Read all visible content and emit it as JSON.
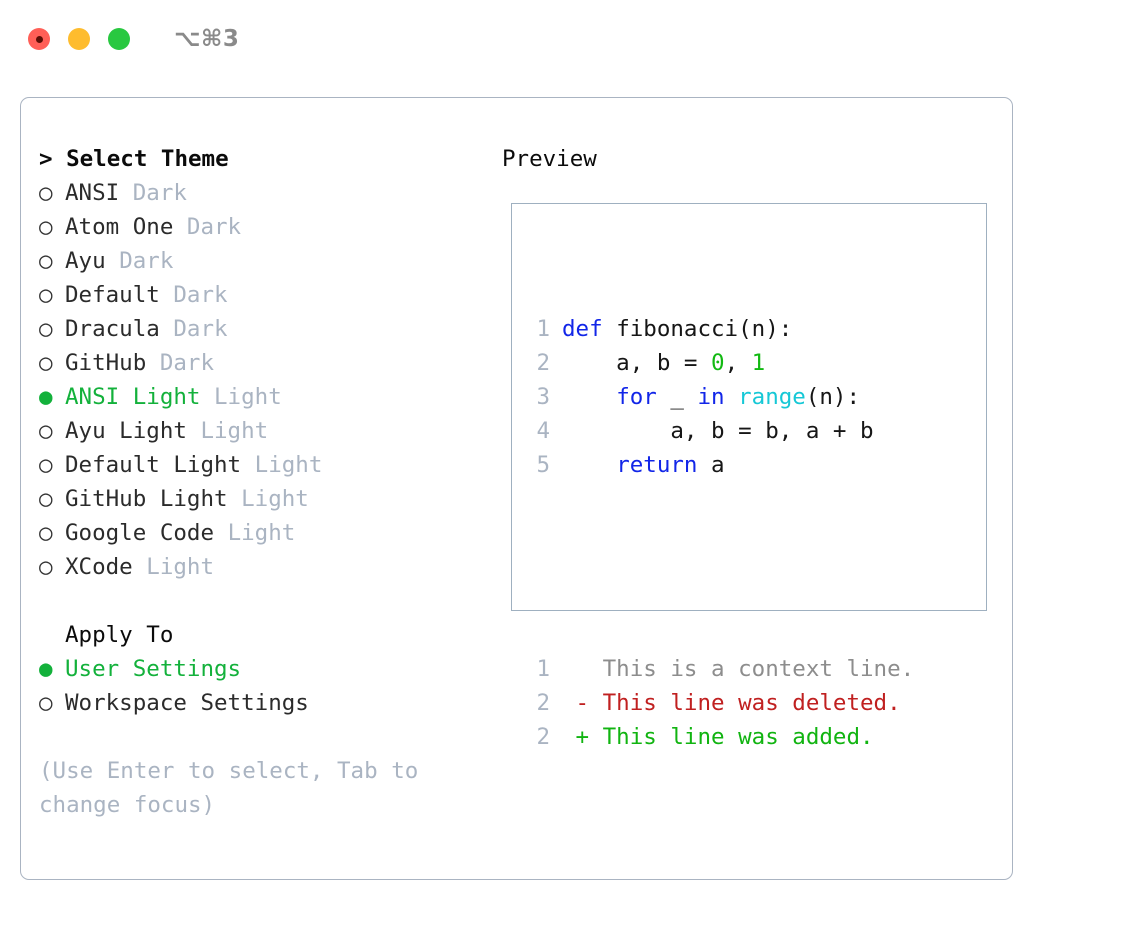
{
  "titlebar": {
    "lights": [
      {
        "name": "close",
        "color": "#ff5f57"
      },
      {
        "name": "minimize",
        "color": "#febc2e"
      },
      {
        "name": "zoom",
        "color": "#28c840"
      }
    ],
    "shortcut": "⌥⌘3"
  },
  "theme_picker": {
    "header": "> Select Theme",
    "marker_selected": "●",
    "marker_unselected": "○",
    "accent_color": "#13b13b",
    "suffix_color": "#aab4c2",
    "items": [
      {
        "label": "ANSI",
        "suffix": "Dark",
        "selected": false
      },
      {
        "label": "Atom One",
        "suffix": "Dark",
        "selected": false
      },
      {
        "label": "Ayu",
        "suffix": "Dark",
        "selected": false
      },
      {
        "label": "Default",
        "suffix": "Dark",
        "selected": false
      },
      {
        "label": "Dracula",
        "suffix": "Dark",
        "selected": false
      },
      {
        "label": "GitHub",
        "suffix": "Dark",
        "selected": false
      },
      {
        "label": "ANSI Light",
        "suffix": "Light",
        "selected": true
      },
      {
        "label": "Ayu Light",
        "suffix": "Light",
        "selected": false
      },
      {
        "label": "Default Light",
        "suffix": "Light",
        "selected": false
      },
      {
        "label": "GitHub Light",
        "suffix": "Light",
        "selected": false
      },
      {
        "label": "Google Code",
        "suffix": "Light",
        "selected": false
      },
      {
        "label": "XCode",
        "suffix": "Light",
        "selected": false
      }
    ]
  },
  "apply_to": {
    "title": "Apply To",
    "items": [
      {
        "label": "User Settings",
        "selected": true
      },
      {
        "label": "Workspace Settings",
        "selected": false
      }
    ]
  },
  "hint": "(Use Enter to select, Tab to change focus)",
  "preview": {
    "title": "Preview",
    "border_color": "#9fb0c0",
    "code_lines": [
      {
        "num": "1",
        "segments": [
          {
            "text": "def ",
            "kind": "kw"
          },
          {
            "text": "fibonacci(n):",
            "kind": "txt"
          }
        ]
      },
      {
        "num": "2",
        "segments": [
          {
            "text": "    a, b = ",
            "kind": "txt"
          },
          {
            "text": "0",
            "kind": "num"
          },
          {
            "text": ", ",
            "kind": "txt"
          },
          {
            "text": "1",
            "kind": "num"
          }
        ]
      },
      {
        "num": "3",
        "segments": [
          {
            "text": "    ",
            "kind": "txt"
          },
          {
            "text": "for",
            "kind": "kw"
          },
          {
            "text": " _ ",
            "kind": "txt"
          },
          {
            "text": "in",
            "kind": "kw"
          },
          {
            "text": " ",
            "kind": "txt"
          },
          {
            "text": "range",
            "kind": "fn"
          },
          {
            "text": "(n):",
            "kind": "txt"
          }
        ]
      },
      {
        "num": "4",
        "segments": [
          {
            "text": "        a, b = b, a + b",
            "kind": "txt"
          }
        ]
      },
      {
        "num": "5",
        "segments": [
          {
            "text": "    ",
            "kind": "txt"
          },
          {
            "text": "return",
            "kind": "kw"
          },
          {
            "text": " a",
            "kind": "txt"
          }
        ]
      }
    ],
    "diff_lines": [
      {
        "num": "1",
        "sign": " ",
        "text": "This is a context line.",
        "kind": "ctx"
      },
      {
        "num": "2",
        "sign": "-",
        "text": "This line was deleted.",
        "kind": "del"
      },
      {
        "num": "2",
        "sign": "+",
        "text": "This line was added.",
        "kind": "add"
      }
    ],
    "syntax_colors": {
      "keyword": "#1226e8",
      "function": "#16c8d6",
      "number": "#12b912",
      "text": "#161616",
      "linenum": "#aab4c2",
      "diff_context": "#8d8d8d",
      "diff_deleted": "#c02020",
      "diff_added": "#11b411"
    }
  }
}
